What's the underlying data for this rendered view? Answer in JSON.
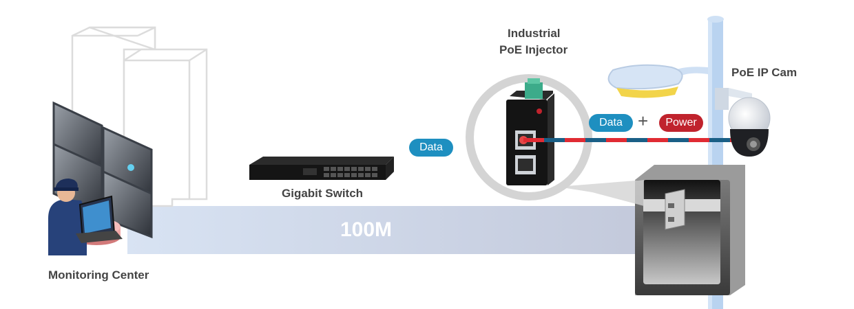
{
  "labels": {
    "injector_line1": "Industrial",
    "injector_line2": "PoE Injector",
    "ipcam": "PoE IP Cam",
    "switch": "Gigabit Switch",
    "monitoring": "Monitoring Center",
    "distance": "100M"
  },
  "pills": {
    "data_left": "Data",
    "data_right": "Data",
    "plus": "+",
    "power": "Power"
  },
  "colors": {
    "data": "#1e8fc0",
    "power": "#c0232d",
    "band": "#c9d6e8",
    "pole": "#b9d3f0"
  },
  "icons": {
    "buildings": "office-buildings-outline",
    "screens": "video-wall-icon",
    "operator": "security-operator-icon",
    "switch": "network-switch-icon",
    "injector": "poe-injector-icon",
    "camera": "ptz-dome-camera-icon",
    "streetlight": "street-lamp-icon",
    "cabinet": "outdoor-cabinet-icon"
  }
}
